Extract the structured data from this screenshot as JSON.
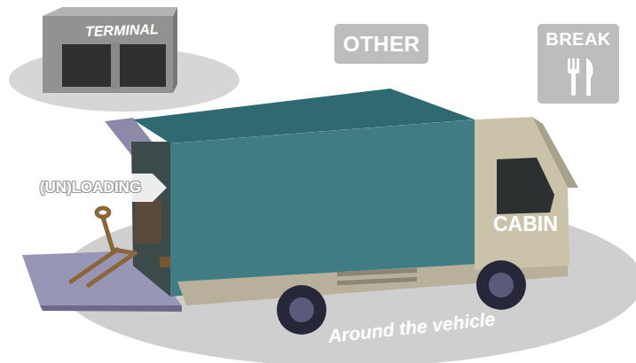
{
  "diagram": {
    "nodes": [
      {
        "text": [
          "OTHER"
        ]
      },
      {
        "text": [
          "BREAK"
        ]
      },
      {
        "text": [
          "(UN)LOADING"
        ]
      }
    ],
    "labels": [
      "TERMINAL",
      "CABIN",
      "Around the vehicle"
    ]
  }
}
